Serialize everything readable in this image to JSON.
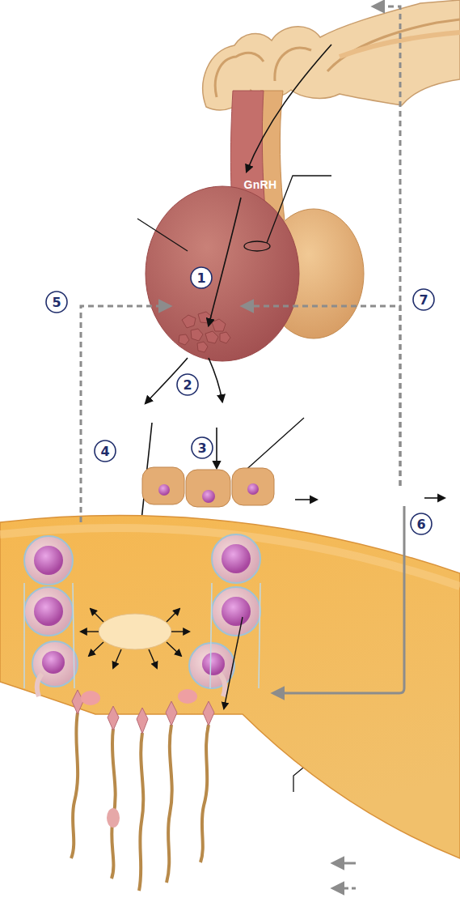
{
  "diagram": {
    "labels": [
      "GnRH",
      "1",
      "5",
      "7",
      "2",
      "4",
      "3",
      "6"
    ]
  }
}
